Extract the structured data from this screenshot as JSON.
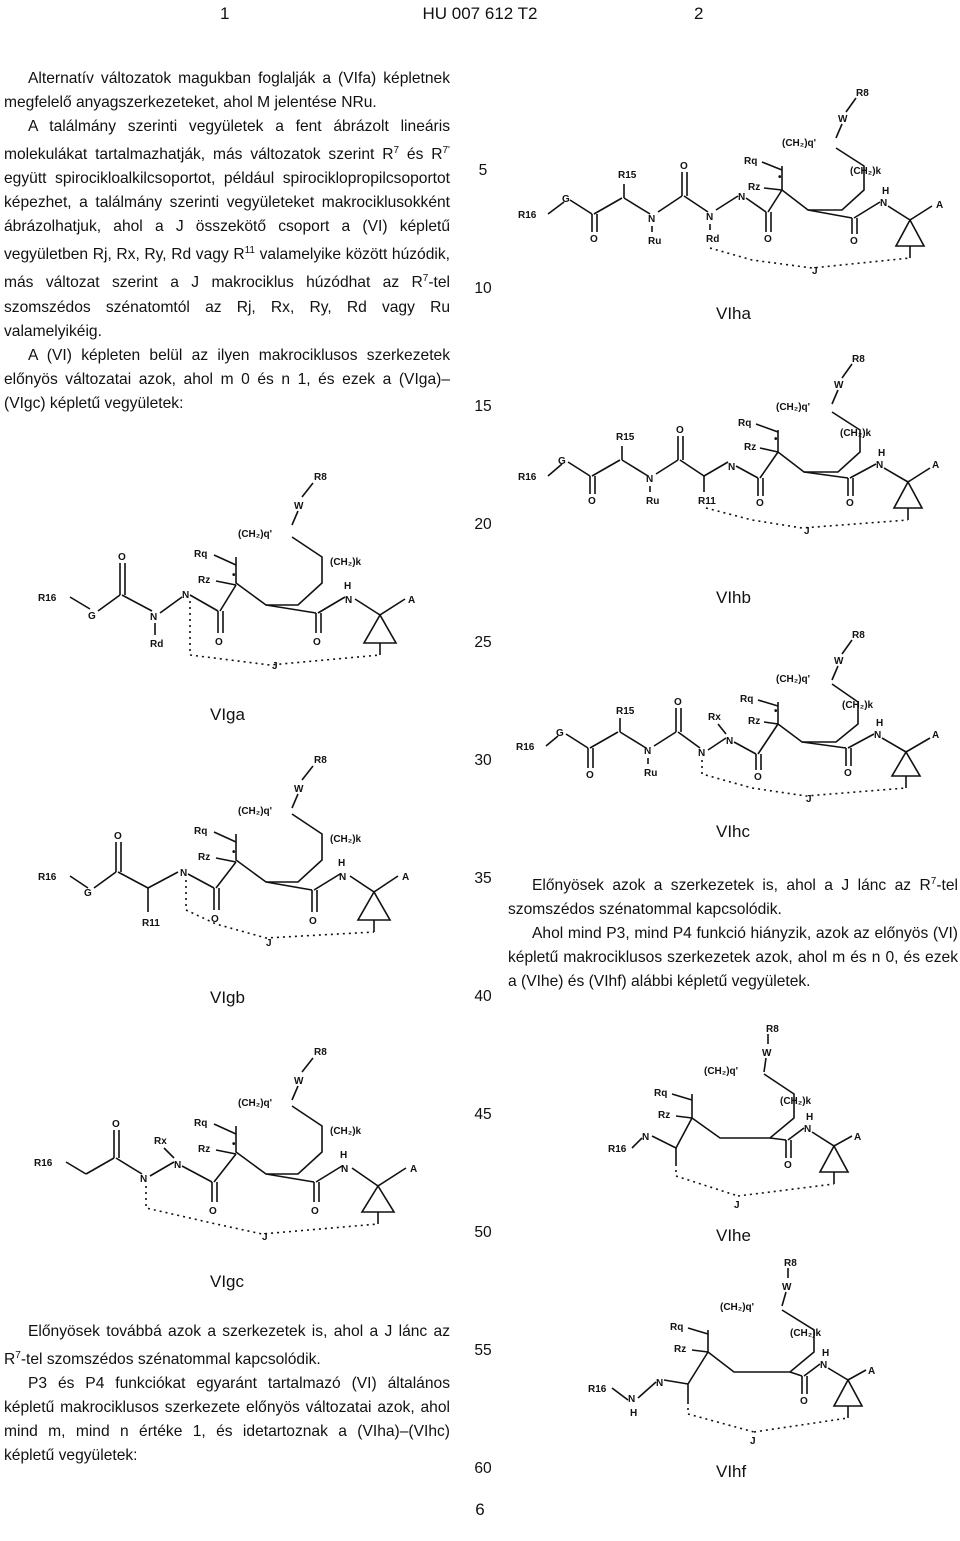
{
  "header": {
    "left": "1",
    "center": "HU 007 612 T2",
    "right": "2"
  },
  "left_column": {
    "p1": "Alternatív változatok magukban foglalják a (VIfa) képletnek megfelelő anyagszerkezeteket, ahol M jelentése NRu.",
    "p2a": "A találmány szerinti vegyületek a fent ábrázolt lineáris molekulákat tartalmazhatják, más változatok szerint R",
    "p2_sup1": "7",
    "p2b": " és R",
    "p2_sup2": "7'",
    "p2c": " együtt spirocikloalkilcsoportot, például spirociklopropilcsoportot képezhet, a találmány szerinti vegyületeket makrociklusokként ábrázolhatjuk, ahol a J összekötő csoport a (VI) képletű vegyületben Rj, Rx, Ry, Rd vagy R",
    "p2_sup3": "11",
    "p2d": " valamelyike között húzódik, más változat szerint a J makrociklus húzódhat az R",
    "p2_sup4": "7",
    "p2e": "-tel szomszédos szénatomtól az Rj, Rx, Ry, Rd vagy Ru valamelyikéig.",
    "p3": "A (VI) képleten belül az ilyen makrociklusos szerkezetek előnyös változatai azok, ahol m 0 és n 1, és ezek a (VIga)–(VIgc) képletű vegyületek:",
    "p4a": "Előnyösek továbbá azok a szerkezetek is, ahol a J lánc az R",
    "p4_sup": "7",
    "p4b": "-tel szomszédos szénatommal kapcsolódik.",
    "p5": "P3 és P4 funkciókat egyaránt tartalmazó (VI) általános képletű makrociklusos szerkezete előnyös változatai azok, ahol mind m, mind n értéke 1, és idetartoznak a (VIha)–(VIhc) képletű vegyületek:"
  },
  "right_column": {
    "p1a": "Előnyösek azok a szerkezetek is, ahol a J lánc az R",
    "p1_sup": "7",
    "p1b": "-tel szomszédos szénatommal kapcsolódik.",
    "p2": "Ahol mind P3, mind P4 funkció hiányzik, azok az előnyös (VI) képletű makrociklusos szerkezetek azok, ahol m és n 0, és ezek a (VIhe) és (VIhf) alábbi képletű vegyületek."
  },
  "line_numbers": [
    "5",
    "10",
    "15",
    "20",
    "25",
    "30",
    "35",
    "40",
    "45",
    "50",
    "55",
    "60"
  ],
  "formula_labels": {
    "VIga": "VIga",
    "VIgb": "VIgb",
    "VIgc": "VIgc",
    "VIha": "VIha",
    "VIhb": "VIhb",
    "VIhc": "VIhc",
    "VIhe": "VIhe",
    "VIhf": "VIhf"
  },
  "atoms": {
    "R8": "R8",
    "W": "W",
    "CH2q": "(CH₂)q'",
    "CH2k": "(CH₂)k",
    "Rq": "Rq",
    "Rz": "Rz",
    "R16": "R16",
    "G": "G",
    "N": "N",
    "H": "H",
    "A": "A",
    "O": "O",
    "J": "J",
    "Rd": "Rd",
    "Ru": "Ru",
    "R11": "R11",
    "Rx": "Rx",
    "R15": "R15",
    "dot": "•"
  },
  "page_number": "6"
}
